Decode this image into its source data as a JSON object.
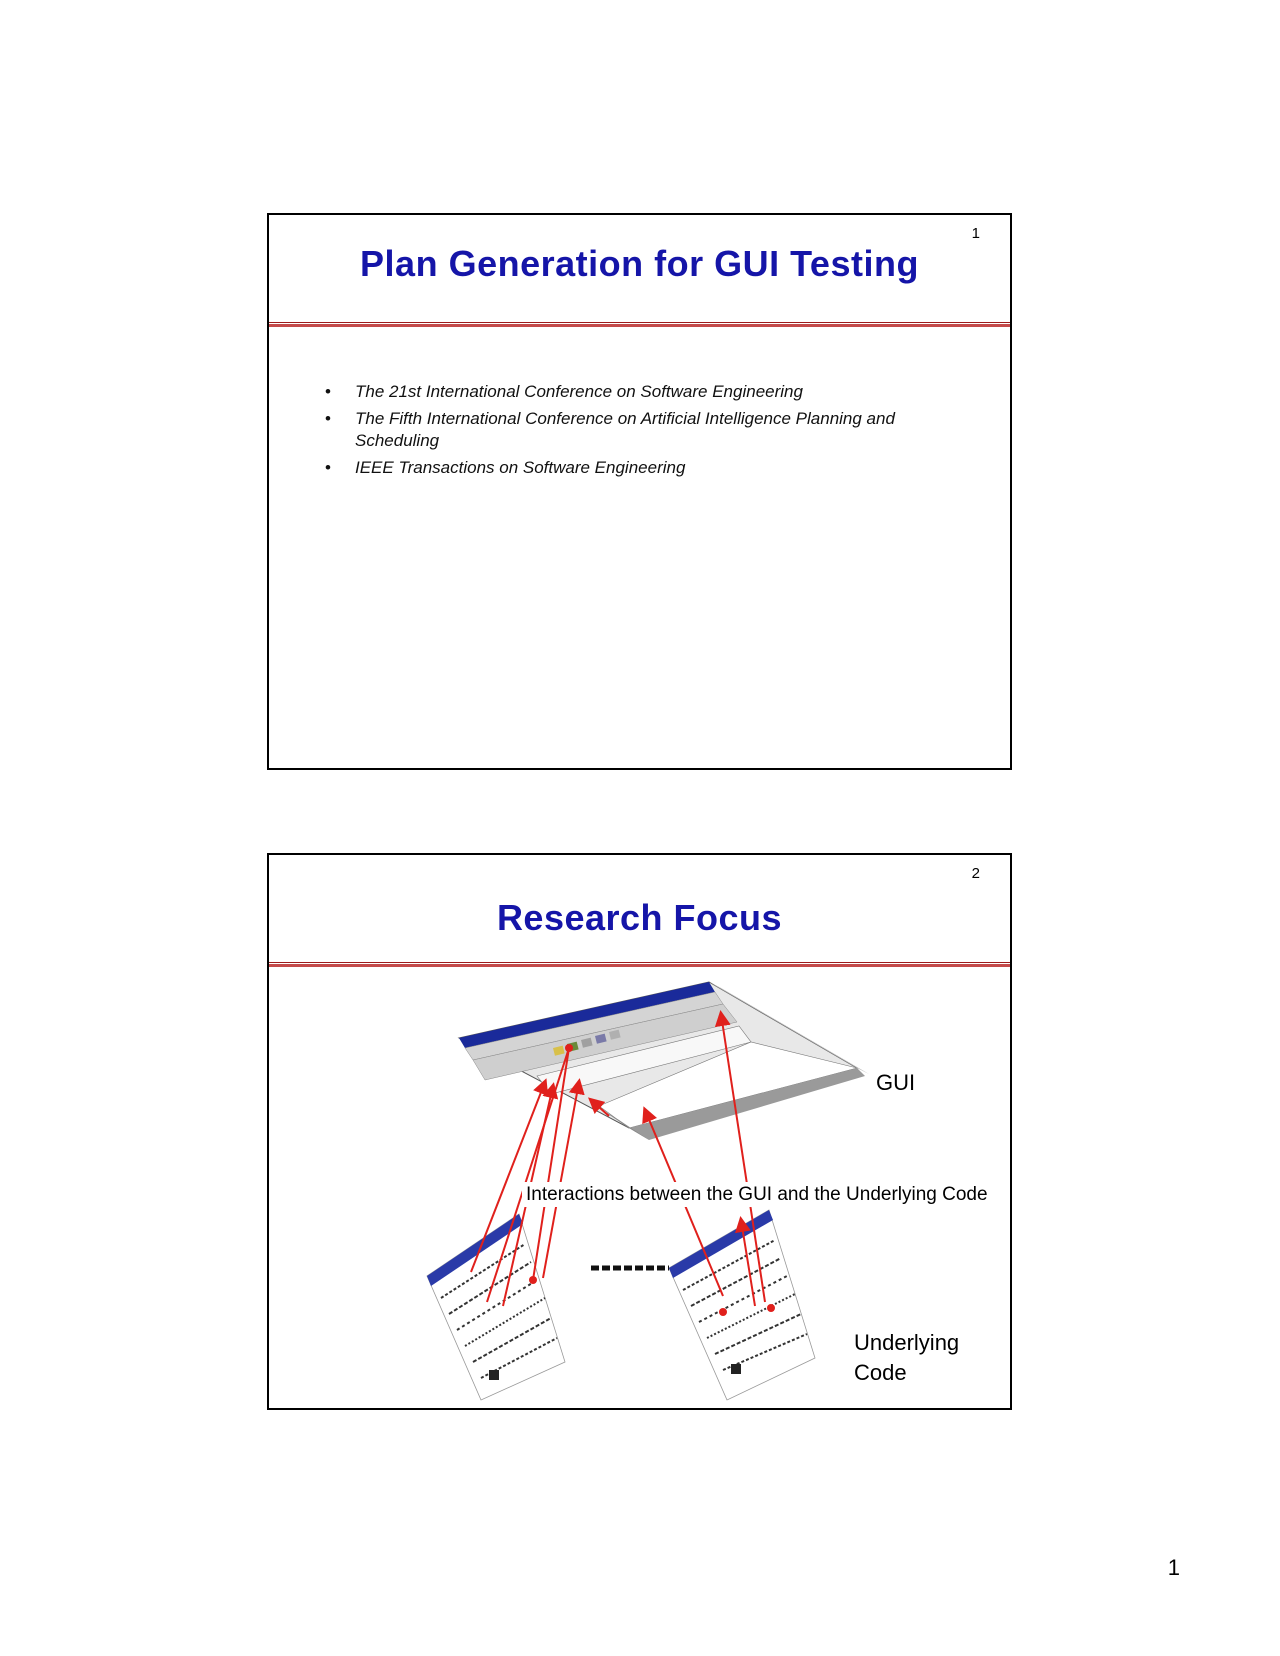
{
  "page": {
    "number": "1"
  },
  "slides": [
    {
      "number": "1",
      "title": "Plan Generation for GUI Testing",
      "bullets": [
        "The 21st International Conference on Software Engineering",
        "The Fifth International Conference on Artificial Intelligence Planning and Scheduling",
        "IEEE Transactions on Software Engineering"
      ]
    },
    {
      "number": "2",
      "title": "Research Focus",
      "labels": {
        "gui": "GUI",
        "interactions": "Interactions between the GUI and the Underlying Code",
        "underlying_code": "Underlying Code"
      }
    }
  ],
  "colors": {
    "title": "#1515a8",
    "rule": "#9b1b1b",
    "arrow": "#e0201c",
    "window_titlebar": "#1a2a9a"
  }
}
